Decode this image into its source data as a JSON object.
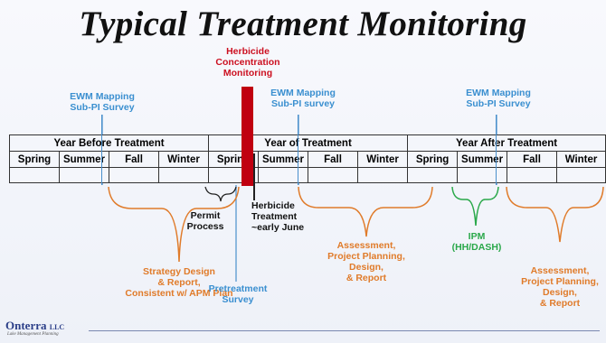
{
  "title": "Typical Treatment Monitoring",
  "colors": {
    "monitoring": "#c00010",
    "survey": "#3a8fd0",
    "planning": "#e07b2a",
    "ipm": "#2aa84a"
  },
  "table": {
    "years": [
      "Year Before Treatment",
      "Year of Treatment",
      "Year After Treatment"
    ],
    "seasons": [
      "Spring",
      "Summer",
      "Fall",
      "Winter"
    ]
  },
  "labels": {
    "herbicide_monitoring": [
      "Herbicide",
      "Concentration",
      "Monitoring"
    ],
    "mapping_before": [
      "EWM Mapping",
      "Sub-PI Survey"
    ],
    "mapping_during": [
      "EWM Mapping",
      "Sub-PI survey"
    ],
    "mapping_after": [
      "EWM Mapping",
      "Sub-PI Survey"
    ],
    "permit": [
      "Permit",
      "Process"
    ],
    "treatment": [
      "Herbicide",
      "Treatment",
      "~early June"
    ],
    "strategy": [
      "Strategy Design",
      "& Report,",
      "Consistent w/ APM Plan"
    ],
    "pretreatment": [
      "Pretreatment",
      "Survey"
    ],
    "assessment_during": [
      "Assessment,",
      "Project Planning,",
      "Design,",
      "& Report"
    ],
    "ipm": [
      "IPM",
      "(HH/DASH)"
    ],
    "assessment_after": [
      "Assessment,",
      "Project Planning,",
      "Design,",
      "& Report"
    ]
  },
  "footer": {
    "logo_name": "Onterra",
    "logo_suffix": "LLC",
    "tagline": "Lake Management Planning"
  }
}
